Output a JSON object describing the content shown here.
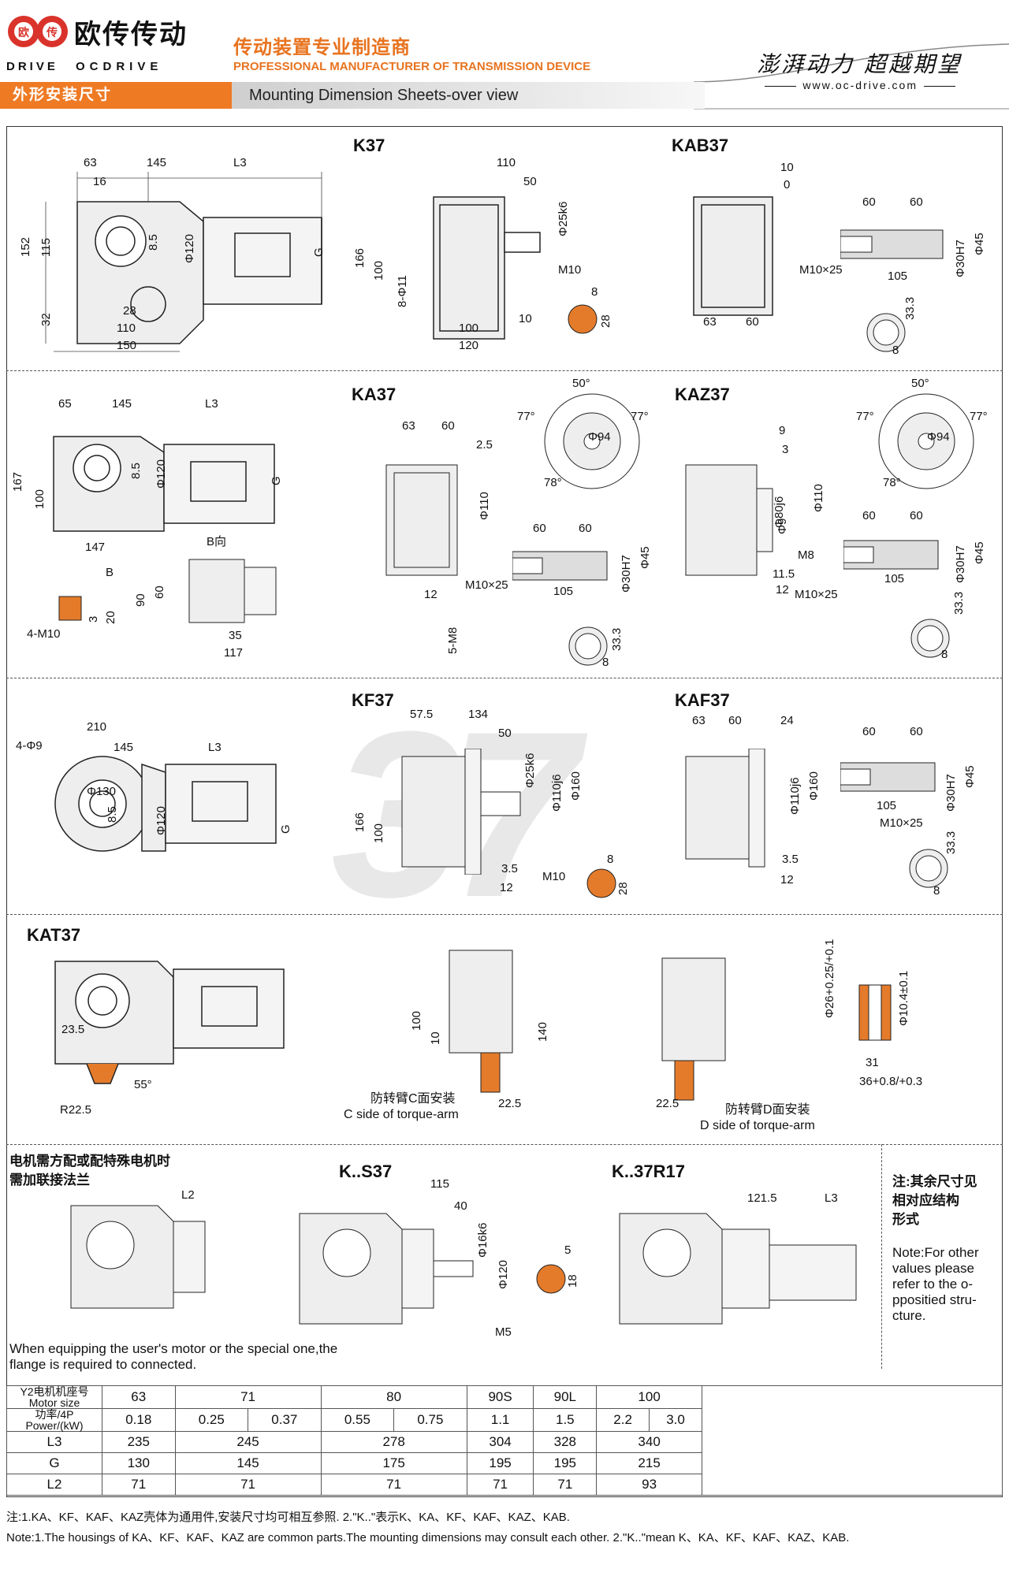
{
  "header": {
    "logo_chars": [
      "欧",
      "传"
    ],
    "brand_cn": "欧传传动",
    "brand_en_left": "DRIVE",
    "brand_en_right": "OCDRIVE",
    "tagline_cn": "传动装置专业制造商",
    "tagline_en": "PROFESSIONAL MANUFACTURER OF TRANSMISSION DEVICE",
    "slogan": "澎湃动力  超越期望",
    "website": "www.oc-drive.com",
    "section_cn": "外形安装尺寸",
    "section_en": "Mounting Dimension Sheets-over view"
  },
  "watermark": "37",
  "sections": {
    "k37": {
      "label": "K37",
      "dims": [
        "63",
        "145",
        "L3",
        "16",
        "152",
        "115",
        "8.5",
        "Φ120",
        "G",
        "32",
        "28",
        "110",
        "150",
        "110",
        "50",
        "Φ25k6",
        "166",
        "100",
        "8-Φ11",
        "M10",
        "10",
        "100",
        "120",
        "8",
        "28"
      ]
    },
    "kab37": {
      "label": "KAB37",
      "dims": [
        "10",
        "0",
        "60",
        "60",
        "Φ45",
        "Φ30H7",
        "M10×25",
        "105",
        "63",
        "60",
        "33.3",
        "8"
      ]
    },
    "ka37": {
      "label": "KA37",
      "dims": [
        "65",
        "145",
        "L3",
        "167",
        "100",
        "8.5",
        "Φ120",
        "G",
        "147",
        "B向",
        "B",
        "90",
        "60",
        "35",
        "117",
        "3",
        "20",
        "4-M10",
        "63",
        "60",
        "2.5",
        "Φ110",
        "50°",
        "77°",
        "77°",
        "Φ94",
        "78°",
        "60",
        "60",
        "Φ45",
        "Φ30H7",
        "M10×25",
        "105",
        "12",
        "5-M8",
        "33.3",
        "8"
      ]
    },
    "kaz37": {
      "label": "KAZ37",
      "dims": [
        "9",
        "3",
        "Φ80j6",
        "Φ110",
        "Φ9",
        "M8",
        "11.5",
        "12",
        "50°",
        "77°",
        "77°",
        "Φ94",
        "78°",
        "60",
        "60",
        "Φ45",
        "Φ30H7",
        "105",
        "M10×25",
        "33.3",
        "8"
      ]
    },
    "kf37": {
      "label": "KF37",
      "dims": [
        "4-Φ9",
        "210",
        "145",
        "L3",
        "Φ130",
        "8.5",
        "Φ120",
        "G",
        "57.5",
        "134",
        "50",
        "Φ25k6",
        "Φ110j6",
        "Φ160",
        "166",
        "100",
        "3.5",
        "12",
        "M10",
        "8",
        "28"
      ]
    },
    "kaf37": {
      "label": "KAF37",
      "dims": [
        "63",
        "60",
        "24",
        "Φ110j6",
        "Φ160",
        "3.5",
        "12",
        "60",
        "60",
        "Φ45",
        "Φ30H7",
        "105",
        "M10×25",
        "33.3",
        "8"
      ]
    },
    "kat37": {
      "label": "KAT37",
      "dims": [
        "23.5",
        "R22.5",
        "55°",
        "100",
        "10",
        "140",
        "22.5",
        "22.5",
        "Φ26+0.25/+0.1",
        "Φ10.4±0.1",
        "31",
        "36+0.8/+0.3"
      ],
      "captions": [
        {
          "cn": "防转臂C面安装",
          "en": "C side of torque-arm"
        },
        {
          "cn": "防转臂D面安装",
          "en": "D side of torque-arm"
        }
      ]
    },
    "ks37": {
      "label": "K..S37",
      "dims": [
        "115",
        "40",
        "Φ16k6",
        "Φ120",
        "M5",
        "5",
        "18"
      ]
    },
    "k37r17": {
      "label": "K..37R17",
      "dims": [
        "121.5",
        "L3"
      ]
    },
    "flange": {
      "dims": [
        "L2"
      ]
    }
  },
  "notes": {
    "flange_cn": "电机需方配或配特殊电机时\n需加联接法兰",
    "flange_en": "When equipping the user's motor or the special one,the flange is required to connected.",
    "other_cn": "注:其余尺寸见\n    相对应结构\n    形式",
    "other_en": "Note:For other values please refer to the o-ppositied stru-cture."
  },
  "table": {
    "row_headers": {
      "motor_size": "Y2电机机座号\nMotor size",
      "power": "功率/4P\nPower/(kW)",
      "l3": "L3",
      "g": "G",
      "l2": "L2"
    },
    "columns": [
      {
        "size": "63",
        "power": [
          "0.18"
        ],
        "L3": "235",
        "G": "130",
        "L2": "71"
      },
      {
        "size": "71",
        "power": [
          "0.25",
          "0.37"
        ],
        "L3": "245",
        "G": "145",
        "L2": "71"
      },
      {
        "size": "80",
        "power": [
          "0.55",
          "0.75"
        ],
        "L3": "278",
        "G": "175",
        "L2": "71"
      },
      {
        "size": "90S",
        "power": [
          "1.1"
        ],
        "L3": "304",
        "G": "195",
        "L2": "71"
      },
      {
        "size": "90L",
        "power": [
          "1.5"
        ],
        "L3": "328",
        "G": "195",
        "L2": "71"
      },
      {
        "size": "100",
        "power": [
          "2.2",
          "3.0"
        ],
        "L3": "340",
        "G": "215",
        "L2": "93"
      }
    ]
  },
  "footnotes": {
    "cn": "注:1.KA、KF、KAF、KAZ壳体为通用件,安装尺寸均可相互参照.   2.\"K..\"表示K、KA、KF、KAF、KAZ、KAB.",
    "en": "Note:1.The housings of KA、KF、KAF、KAZ are common parts.The mounting dimensions may consult each other. 2.\"K..\"mean K、KA、KF、KAF、KAZ、KAB."
  }
}
